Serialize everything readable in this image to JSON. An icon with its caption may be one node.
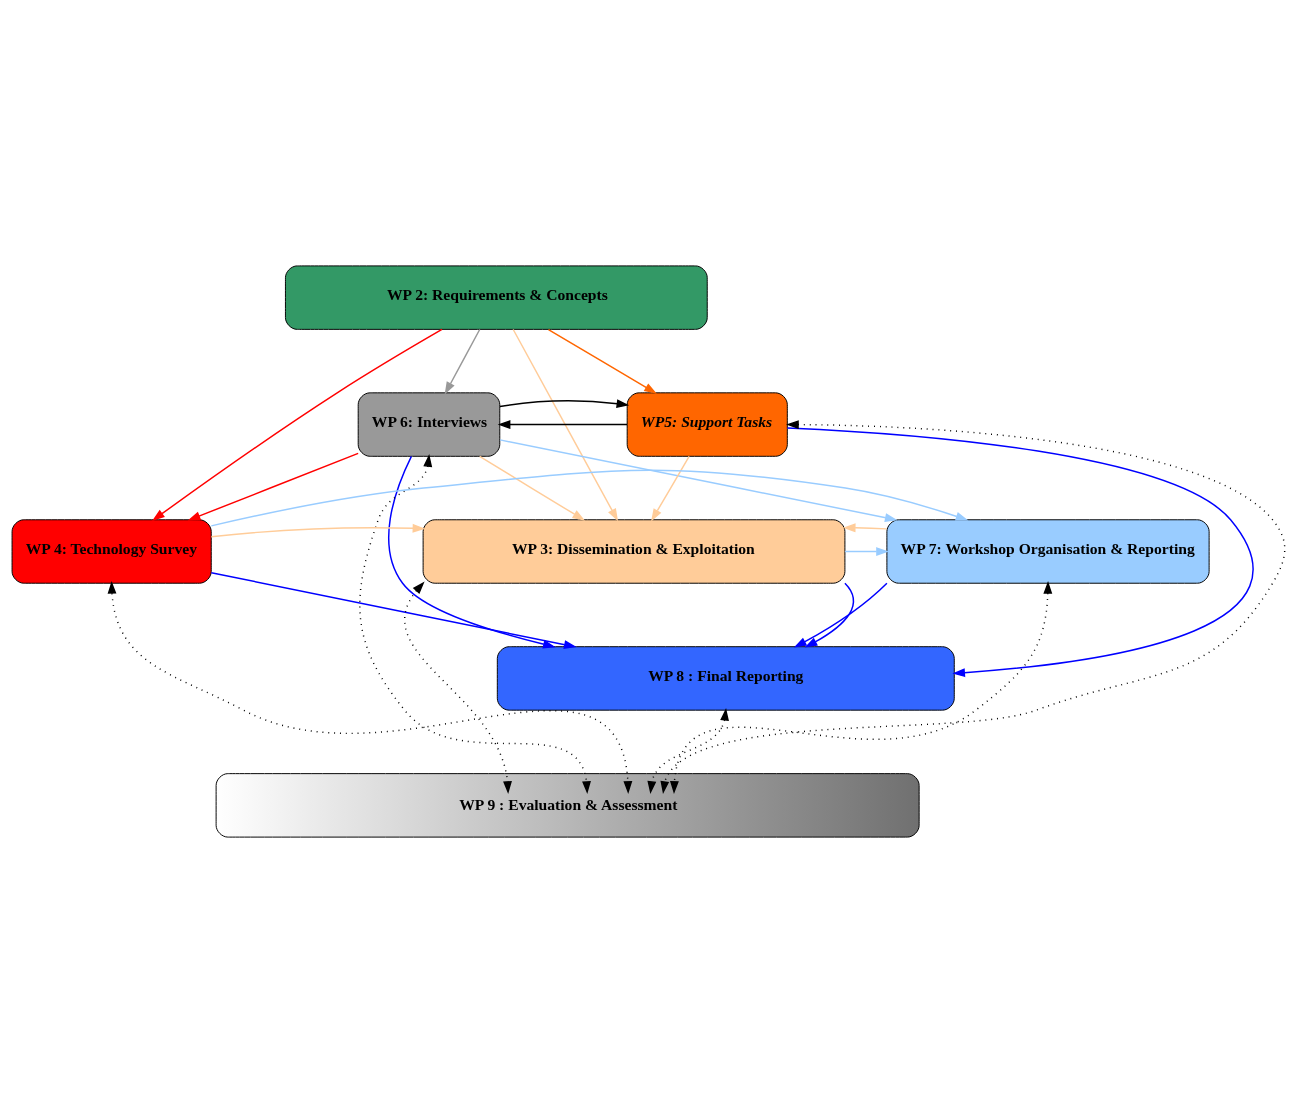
{
  "diagram": {
    "nodes": [
      {
        "text": [
          "WP 2: Requirements & Concepts"
        ]
      },
      {
        "text": [
          "WP 6: Interviews"
        ]
      },
      {
        "text": [
          "WP5: Support Tasks"
        ]
      },
      {
        "text": [
          "WP 4: Technology Survey"
        ]
      },
      {
        "text": [
          "WP 3: Dissemination & Exploitation"
        ]
      },
      {
        "text": [
          "WP 7: Workshop Organisation & Reporting"
        ]
      },
      {
        "text": [
          "WP 8 : Final Reporting"
        ]
      },
      {
        "text": [
          "WP 9 : Evaluation & Assessment"
        ]
      }
    ],
    "edges": [
      {
        "from": 0,
        "to": 3,
        "arrow": "to",
        "color": "#ff0000"
      },
      {
        "from": 0,
        "to": 1,
        "arrow": "to",
        "color": "#999999"
      },
      {
        "from": 0,
        "to": 4,
        "arrow": "to",
        "color": "#ffcc99"
      },
      {
        "from": 0,
        "to": 2,
        "arrow": "to",
        "color": "#ff6600"
      },
      {
        "from": 3,
        "to": 5,
        "arrow": "to",
        "color": "#99ccff"
      },
      {
        "from": 2,
        "to": 1,
        "arrow": "to"
      },
      {
        "from": 1,
        "to": 2,
        "arrow": "to"
      },
      {
        "from": 1,
        "to": 3,
        "arrow": "to",
        "color": "#ff0000"
      },
      {
        "from": 1,
        "to": 5,
        "arrow": "to",
        "color": "#99ccff"
      },
      {
        "from": 1,
        "to": 4,
        "arrow": "to",
        "color": "#ffcc99"
      },
      {
        "from": 2,
        "to": 4,
        "arrow": "to",
        "color": "#ffcc99"
      },
      {
        "from": 1,
        "to": 6,
        "arrow": "to",
        "color": "#0000ff"
      },
      {
        "from": 2,
        "to": 6,
        "arrow": "to",
        "color": "#0000ff"
      },
      {
        "from": 3,
        "to": 4,
        "arrow": "to",
        "color": "#ffcc99"
      },
      {
        "from": 4,
        "to": 5,
        "arrow": "to",
        "color": "#99ccff"
      },
      {
        "from": 5,
        "to": 4,
        "arrow": "to",
        "color": "#ffcc99"
      },
      {
        "from": 3,
        "to": 6,
        "arrow": "to",
        "color": "#0000ff"
      },
      {
        "from": 4,
        "to": 6,
        "arrow": "to",
        "color": "#0000ff"
      },
      {
        "from": 5,
        "to": 6,
        "arrow": "to",
        "color": "#0000ff"
      },
      {
        "from": 3,
        "to": 7,
        "arrow": "both",
        "style": "dashed"
      },
      {
        "from": 1,
        "to": 7,
        "arrow": "both",
        "style": "dashed"
      },
      {
        "from": 4,
        "to": 7,
        "arrow": "both",
        "style": "dashed"
      },
      {
        "from": 6,
        "to": 7,
        "arrow": "both",
        "style": "dashed"
      },
      {
        "from": 2,
        "to": 7,
        "arrow": "both",
        "style": "dashed"
      },
      {
        "from": 5,
        "to": 7,
        "arrow": "both",
        "style": "dashed"
      }
    ]
  }
}
